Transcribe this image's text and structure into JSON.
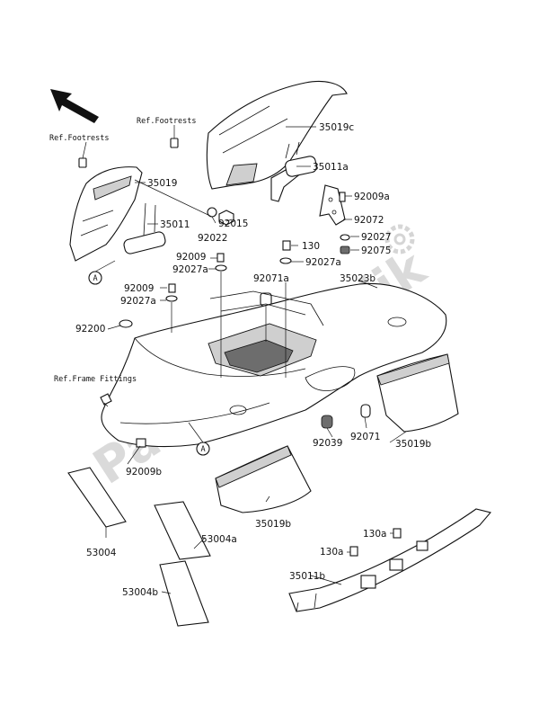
{
  "refs": {
    "footrests_left": "Ref.Footrests",
    "footrests_top": "Ref.Footrests",
    "frame_fittings": "Ref.Frame Fittings"
  },
  "marker": "A",
  "watermark": "PartsRepublik",
  "labels": {
    "p35019c": "35019c",
    "p35011a": "35011a",
    "p35019": "35019",
    "p35011": "35011",
    "p92015": "92015",
    "p92022": "92022",
    "p92009a": "92009a",
    "p92072": "92072",
    "p92027": "92027",
    "p92075": "92075",
    "p130": "130",
    "p92009_top": "92009",
    "p92027a_top": "92027a",
    "p92027a_right": "92027a",
    "p92071a": "92071a",
    "p35023b": "35023b",
    "p92009_mid": "92009",
    "p92027a_mid": "92027a",
    "p92200": "92200",
    "p92039": "92039",
    "p92071": "92071",
    "p35019b_right": "35019b",
    "p92009b": "92009b",
    "p35019b_bottom": "35019b",
    "p53004": "53004",
    "p53004a": "53004a",
    "p53004b": "53004b",
    "p130a_1": "130a",
    "p130a_2": "130a",
    "p35011b": "35011b"
  }
}
